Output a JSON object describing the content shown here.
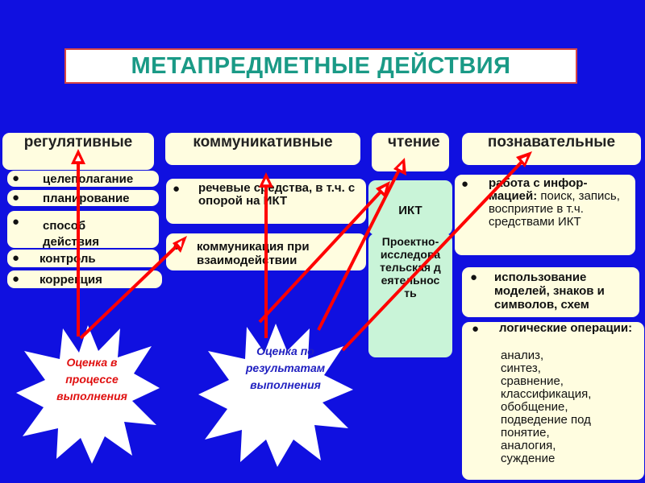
{
  "colors": {
    "background": "#1010e0",
    "title_text": "#1a9a86",
    "arrow": "#ff0000",
    "star_text_red": "#e01010",
    "star_text_blue": "#2020c0"
  },
  "title": "МЕТАПРЕДМЕТНЫЕ ДЕЙСТВИЯ",
  "columns": {
    "regulative": {
      "header": "регулятивные",
      "items": [
        "целеполагание",
        "планирование",
        "способ действия",
        "контроль",
        "коррекция"
      ]
    },
    "communicative": {
      "header": "коммуникативные",
      "items": [
        "речевые средства, в т.ч. с опорой на ИКТ",
        "коммуникация при взаимодействии"
      ]
    },
    "reading": {
      "header": "чтение",
      "items": [
        "ИКТ",
        "Проектно-исследовательская деятельность"
      ]
    },
    "cognitive": {
      "header": "познавательные",
      "item1": {
        "bold": "работа с инфор-мацией:",
        "rest": "поиск, запись, восприятие в т.ч. средствами ИКТ"
      },
      "item2": "использование моделей, знаков и символов, схем",
      "item3": {
        "bold": "логические операции:",
        "subitems": [
          "анализ,",
          "синтез,",
          "сравнение,",
          "классификация,",
          "обобщение,",
          "подведение под понятие,",
          "аналогия,",
          "суждение"
        ]
      }
    }
  },
  "stars": {
    "process": "Оценка в процессе выполнения",
    "result": "Оценка по результатам выполнения"
  },
  "icons": {
    "bullet": "bullet-dot",
    "arrow": "red-arrow"
  }
}
